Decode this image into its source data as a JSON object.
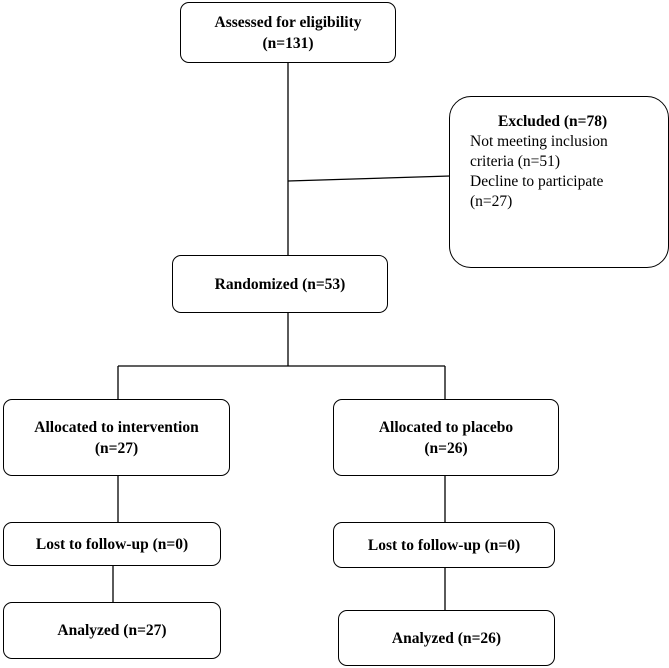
{
  "flowchart": {
    "assessed": {
      "line1": "Assessed for eligibility",
      "line2": "(n=131)"
    },
    "excluded": {
      "title": "Excluded (n=78)",
      "line1": "Not meeting inclusion",
      "line2": "criteria (n=51)",
      "line3": "Decline to participate",
      "line4": "(n=27)"
    },
    "randomized": {
      "label": "Randomized (n=53)"
    },
    "intervention_arm": {
      "allocated": {
        "line1": "Allocated to intervention",
        "line2": "(n=27)"
      },
      "lost": "Lost to follow-up (n=0)",
      "analyzed": "Analyzed (n=27)"
    },
    "placebo_arm": {
      "allocated": {
        "line1": "Allocated to placebo",
        "line2": "(n=26)"
      },
      "lost": "Lost to follow-up (n=0)",
      "analyzed": "Analyzed (n=26)"
    }
  }
}
